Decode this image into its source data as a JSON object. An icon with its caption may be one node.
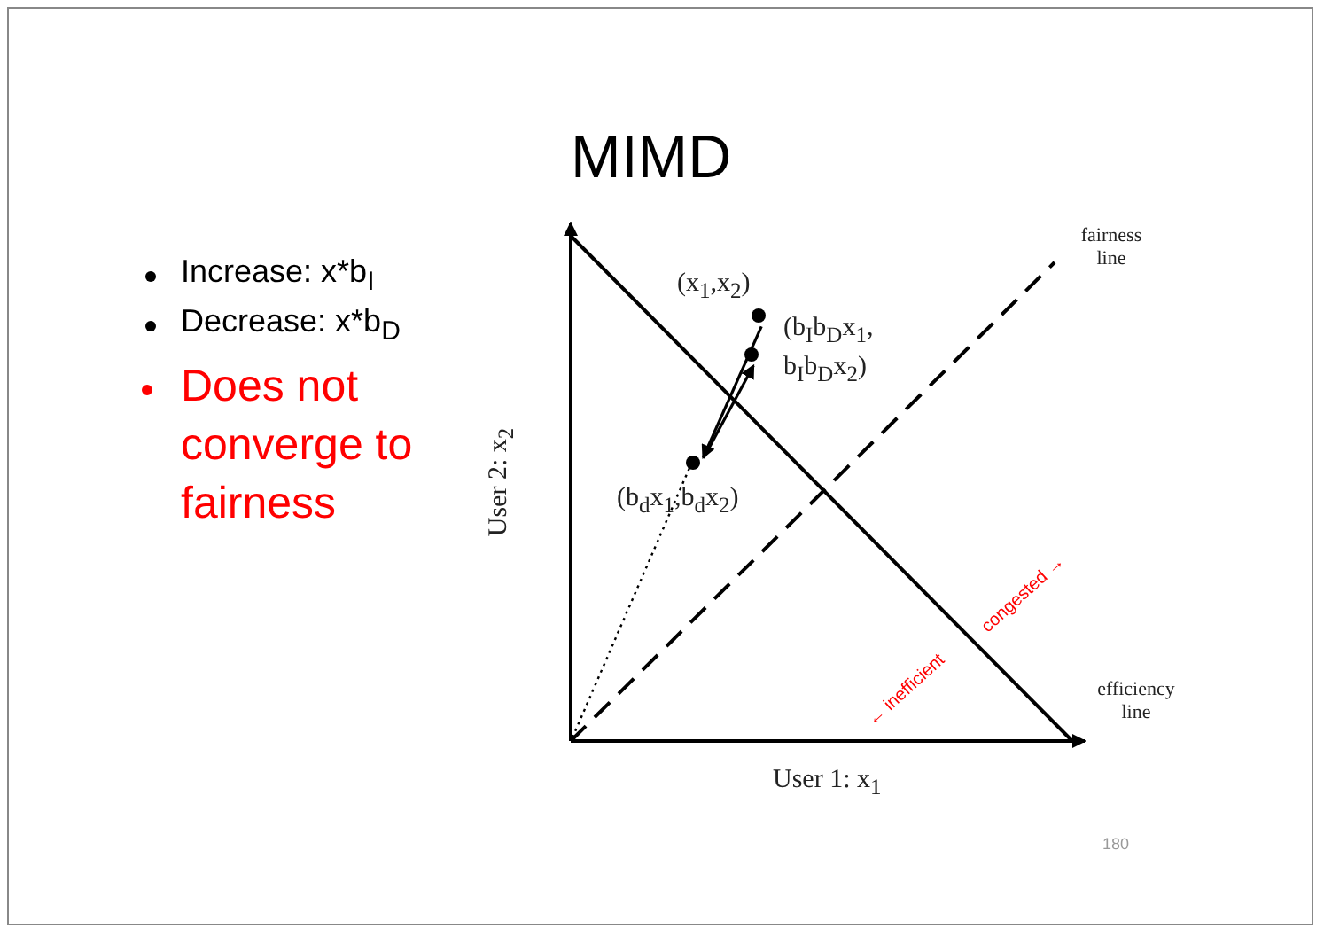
{
  "diagram": {
    "title": "MIMD",
    "nodes": [
      {
        "text": [],
        "shape": "circle",
        "beside": [
          "(x$_{1}$,x$_{2}$)"
        ]
      },
      {
        "text": [],
        "shape": "circle",
        "beside": [
          "(b$_{I}$b$_{D}$x$_{1}$, b$_{I}$b$_{D}$x$_{2}$)"
        ]
      },
      {
        "text": [],
        "shape": "circle",
        "beside": [
          "(b$_{d}$x$_{1}$,b$_{d}$x$_{2}$)"
        ]
      }
    ],
    "edges": [
      {
        "from": 0,
        "to": 2,
        "arrow": "to"
      },
      {
        "from": 2,
        "to": 1,
        "arrow": "to"
      }
    ],
    "labels": [
      "Increase: x*b$_{I}$",
      "Decrease: x*b$_{D}$",
      "Does not converge to fairness",
      "fairness line",
      "User 2: x$_{2}$",
      "congested →",
      "← inefficient",
      "efficiency line",
      "User 1: x$_{1}$",
      "180"
    ]
  }
}
